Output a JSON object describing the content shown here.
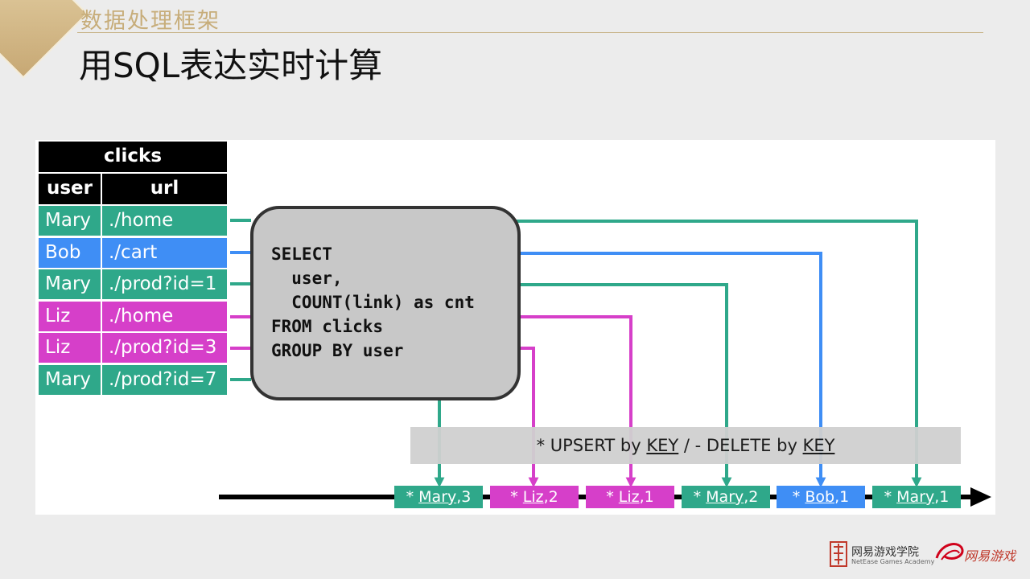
{
  "header": {
    "subtitle": "数据处理框架",
    "title": "用SQL表达实时计算"
  },
  "colors": {
    "green": "#2fa88a",
    "blue": "#3f8ef5",
    "magenta": "#d63fc9",
    "gold": "#c7ad7a"
  },
  "table": {
    "name": "clicks",
    "columns": [
      "user",
      "url"
    ],
    "rows": [
      {
        "user": "Mary",
        "url": "./home",
        "color": "green"
      },
      {
        "user": "Bob",
        "url": "./cart",
        "color": "blue"
      },
      {
        "user": "Mary",
        "url": "./prod?id=1",
        "color": "green"
      },
      {
        "user": "Liz",
        "url": "./home",
        "color": "magenta"
      },
      {
        "user": "Liz",
        "url": "./prod?id=3",
        "color": "magenta"
      },
      {
        "user": "Mary",
        "url": "./prod?id=7",
        "color": "green"
      }
    ]
  },
  "query": {
    "lines": [
      "SELECT",
      "  user,",
      "  COUNT(link) as cnt",
      "FROM clicks",
      "GROUP BY user"
    ]
  },
  "banner": {
    "prefix": "* UPSERT by ",
    "key1": "KEY",
    "middle": " / - DELETE by ",
    "key2": "KEY"
  },
  "results": [
    {
      "prefix": "* ",
      "key": "Mary",
      "value": ",3",
      "color": "green"
    },
    {
      "prefix": "* ",
      "key": "Liz",
      "value": ",2",
      "color": "magenta"
    },
    {
      "prefix": "* ",
      "key": "Liz",
      "value": ",1",
      "color": "magenta"
    },
    {
      "prefix": "* ",
      "key": "Mary",
      "value": ",2",
      "color": "green"
    },
    {
      "prefix": "* ",
      "key": "Bob",
      "value": ",1",
      "color": "blue"
    },
    {
      "prefix": "* ",
      "key": "Mary",
      "value": ",1",
      "color": "green"
    }
  ],
  "footer": {
    "academy_name": "网易游戏学院",
    "academy_en": "NetEase Games Academy",
    "brand": "网易游戏"
  }
}
